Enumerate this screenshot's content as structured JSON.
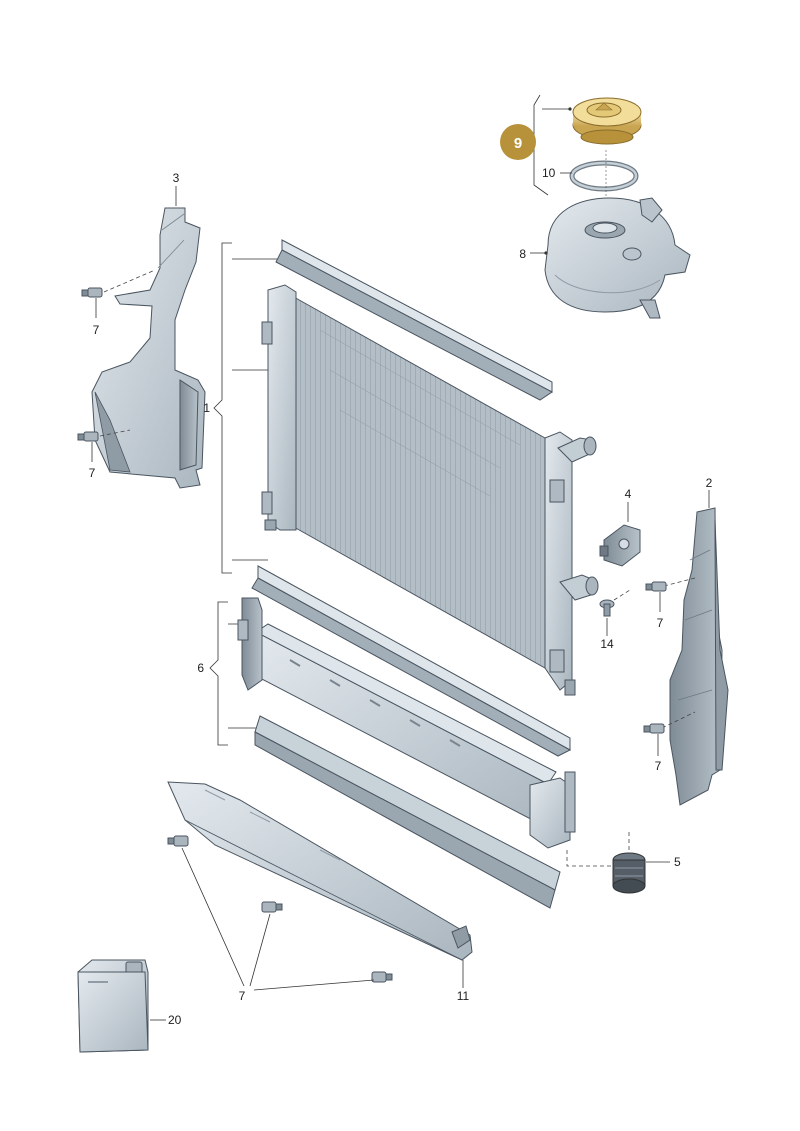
{
  "labels": {
    "p1": "1",
    "p2": "2",
    "p3": "3",
    "p4": "4",
    "p5": "5",
    "p6": "6",
    "p7a": "7",
    "p7b": "7",
    "p7c": "7",
    "p7d": "7",
    "p7e": "7",
    "p8": "8",
    "p10": "10",
    "p11": "11",
    "p14": "14",
    "p20": "20"
  },
  "callout": {
    "number": "9",
    "color": "#b8923a"
  },
  "colors": {
    "part_fill": "#c9d3da",
    "part_dark": "#8f9ba5",
    "highlight": "#e7cf82"
  }
}
